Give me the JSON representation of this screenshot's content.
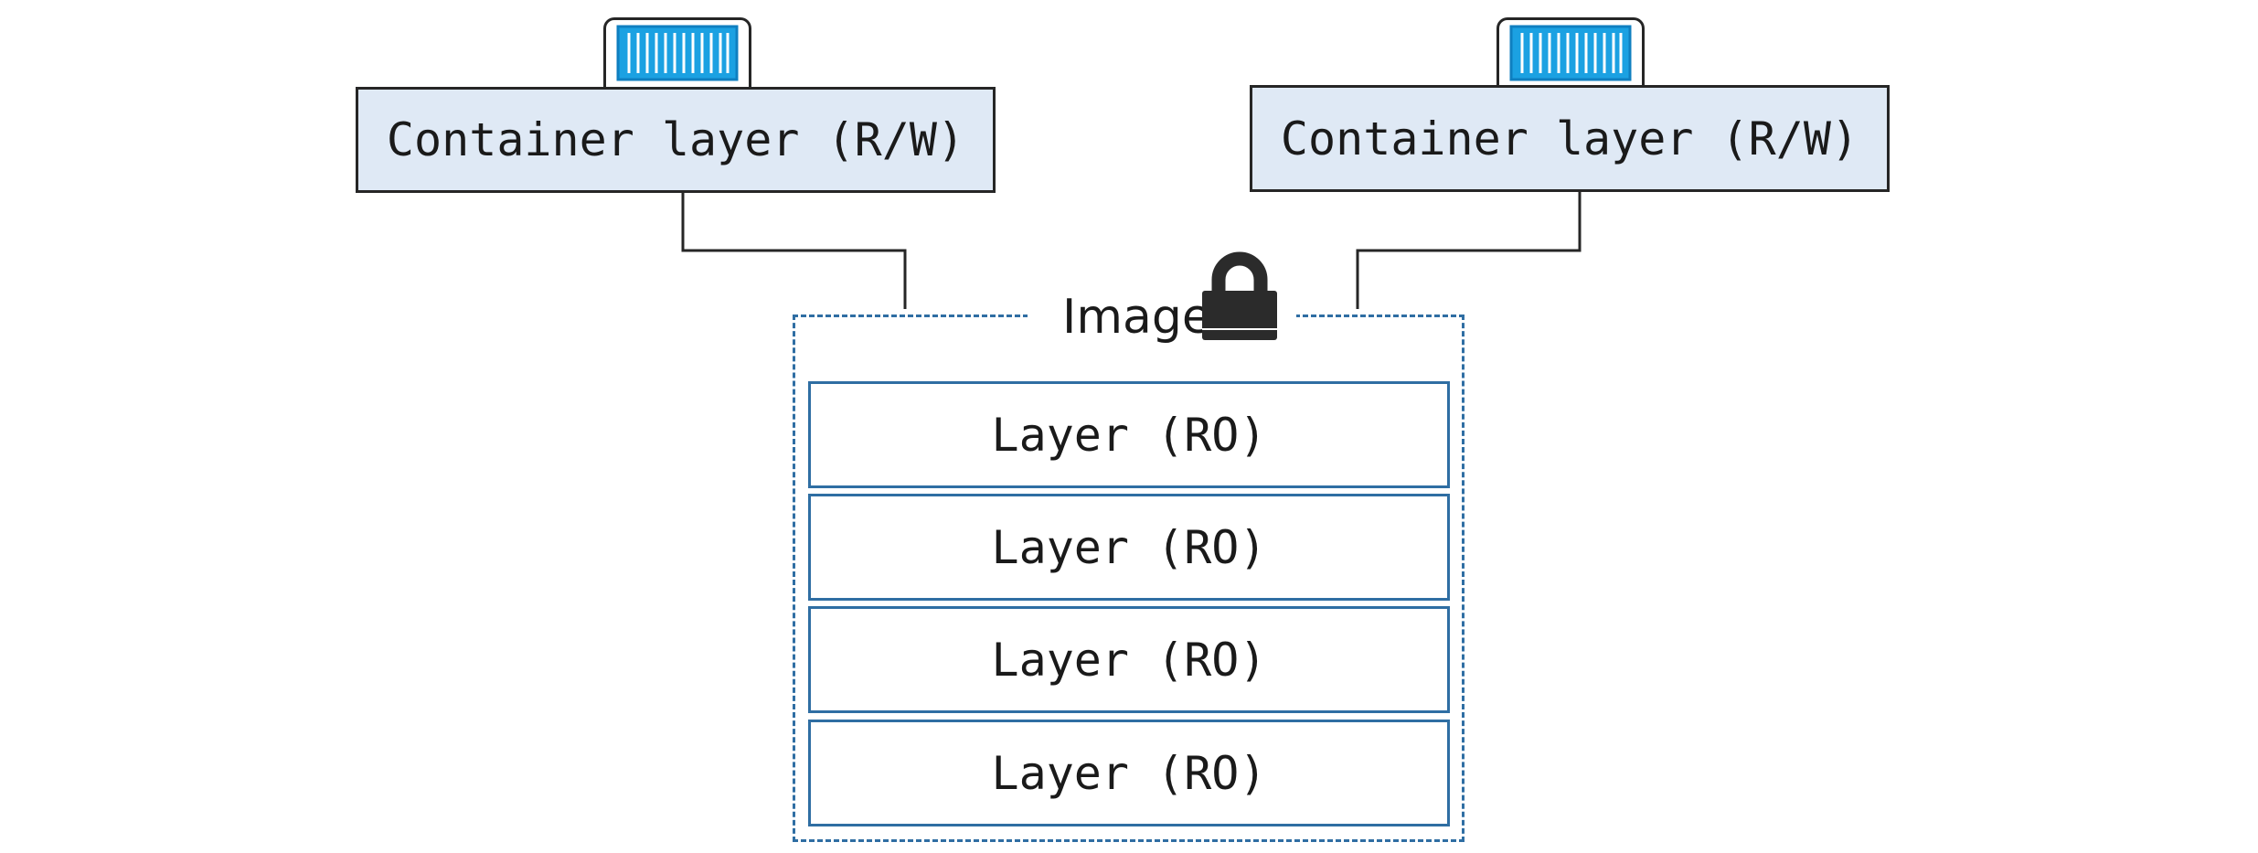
{
  "containers": [
    {
      "label": "Container layer (R/W)",
      "icon": "shipping-container-icon",
      "icon_color": "#1ba1e2"
    },
    {
      "label": "Container layer (R/W)",
      "icon": "shipping-container-icon",
      "icon_color": "#1ba1e2"
    }
  ],
  "image": {
    "title": "Image",
    "icon": "lock-icon",
    "border_color": "#2f6ea3",
    "layers": [
      {
        "label": "Layer (RO)"
      },
      {
        "label": "Layer (RO)"
      },
      {
        "label": "Layer (RO)"
      },
      {
        "label": "Layer (RO)"
      }
    ]
  },
  "colors": {
    "container_fill": "#dfe9f5",
    "stroke": "#262626",
    "image_accent": "#2f6ea3"
  }
}
